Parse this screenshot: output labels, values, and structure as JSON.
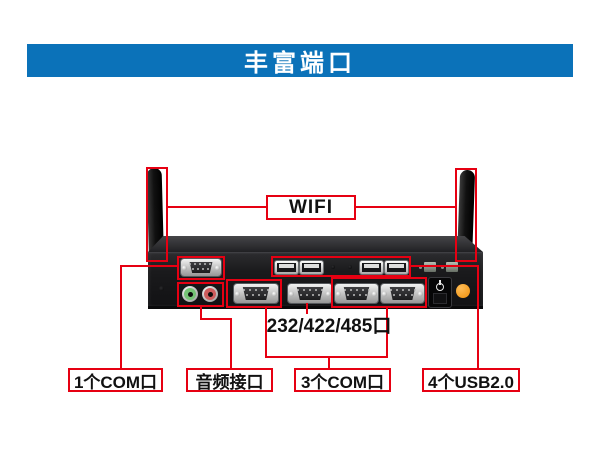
{
  "banner": {
    "title": "丰富端口"
  },
  "callouts": {
    "wifi": "WIFI",
    "serial_standards": "232/422/485口",
    "com_single": "1个COM口",
    "audio": "音频接口",
    "com_triple": "3个COM口",
    "usb": "4个USB2.0"
  },
  "icons": {
    "power": "circle-with-stem power symbol"
  },
  "colors": {
    "banner_bg": "#0b72b9",
    "banner_text": "#ffffff",
    "annotation_red": "#e60012",
    "label_text": "#111111",
    "chassis_black": "#1a1a1c",
    "orange_button": "#f6980f",
    "audio_jack_green": "#74c274",
    "audio_jack_red": "#cd5c5c"
  }
}
